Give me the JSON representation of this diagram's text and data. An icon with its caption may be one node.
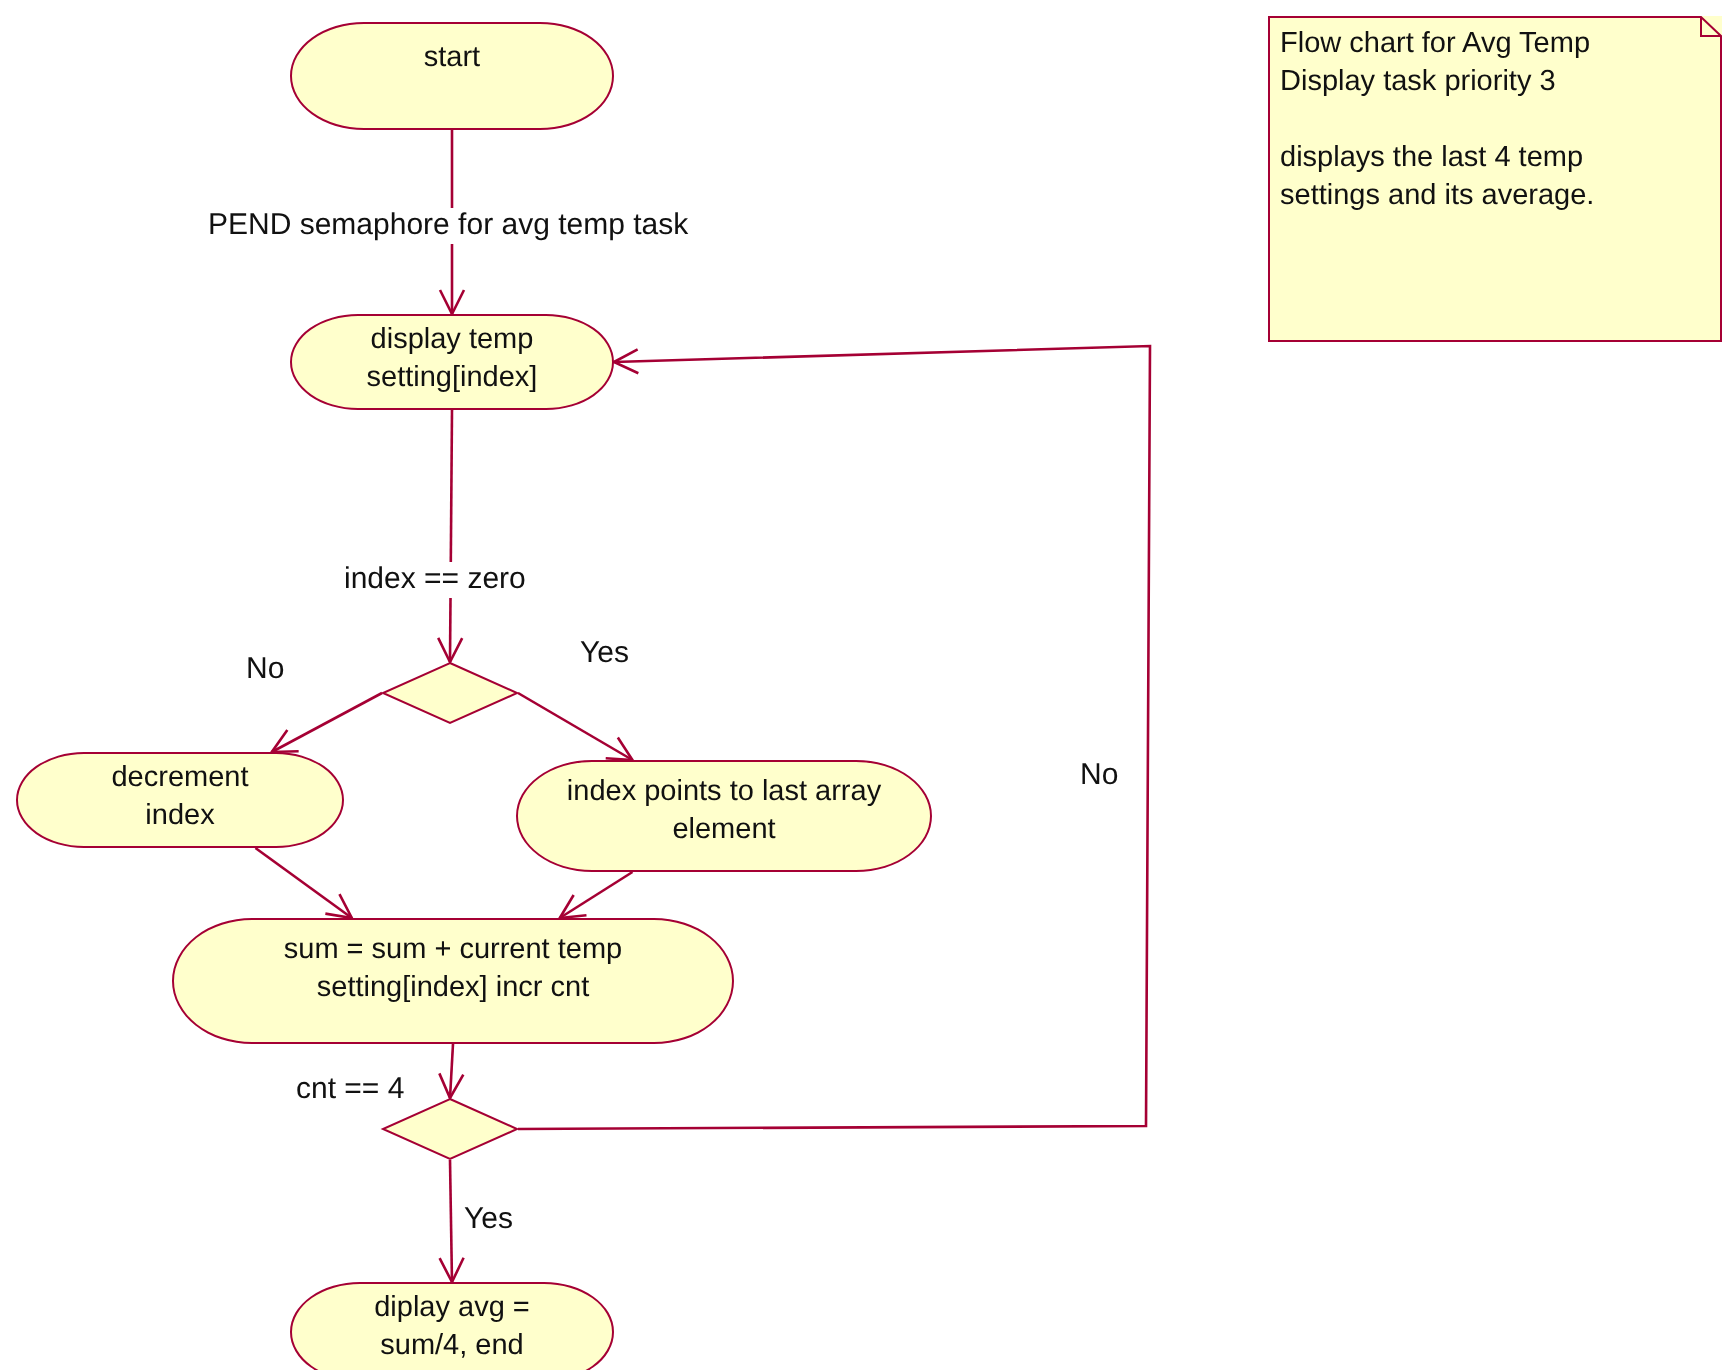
{
  "diagram": {
    "nodes": [
      {
        "text": [
          "start"
        ]
      },
      {
        "text": [
          "display temp setting[index]"
        ]
      },
      {
        "text": [],
        "shape": "diamond"
      },
      {
        "text": [
          "decrement index"
        ]
      },
      {
        "text": [
          "index points to last array element"
        ]
      },
      {
        "text": [
          "sum = sum + current temp setting[index] incr cnt"
        ]
      },
      {
        "text": [],
        "shape": "diamond"
      },
      {
        "text": [
          "diplay avg = sum/4, end"
        ]
      },
      {
        "text": [
          "Flow chart for Avg Temp Display task priority 3",
          "displays the last 4 temp settings and its average."
        ]
      }
    ],
    "edges": [
      {
        "from": 0,
        "to": 1,
        "arrow": "to",
        "label": "PEND semaphore for avg temp task"
      },
      {
        "from": 1,
        "to": 2,
        "arrow": "to",
        "label": "index == zero"
      },
      {
        "from": 2,
        "to": 3,
        "arrow": "to",
        "label": "No"
      },
      {
        "from": 2,
        "to": 4,
        "arrow": "to",
        "label": "Yes"
      },
      {
        "from": 3,
        "to": 5,
        "arrow": "to"
      },
      {
        "from": 4,
        "to": 5,
        "arrow": "to"
      },
      {
        "from": 5,
        "to": 6,
        "arrow": "to",
        "label": "cnt == 4"
      },
      {
        "from": 6,
        "to": 7,
        "arrow": "to",
        "label": "Yes"
      },
      {
        "from": 6,
        "to": 1,
        "arrow": "to",
        "label": "No"
      }
    ]
  }
}
